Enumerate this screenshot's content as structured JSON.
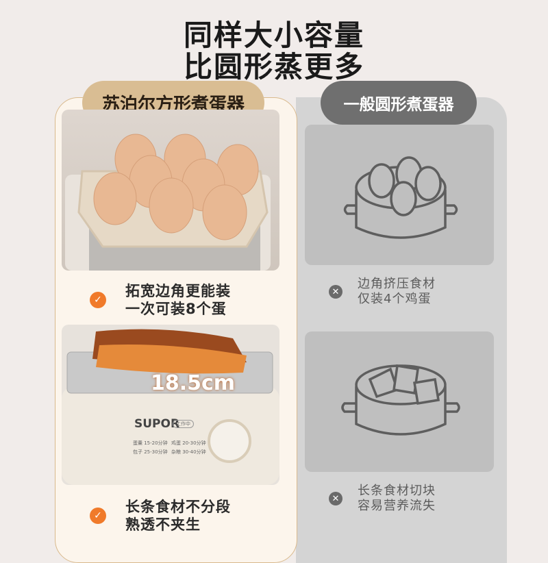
{
  "headline": {
    "line1": "同样大小容量",
    "line2": "比圆形蒸更多"
  },
  "left": {
    "label": "苏泊尔方形煮蛋器",
    "features": [
      {
        "icon": "check-icon",
        "lines": [
          "拓宽边角更能装",
          "一次可装8个蛋"
        ]
      },
      {
        "icon": "check-icon",
        "lines": [
          "长条食材不分段",
          "熟透不夹生"
        ]
      }
    ],
    "measurement": "18.5cm",
    "brand": "SUPOR",
    "indicator": "工作中",
    "panel_times": [
      "蛋羹 15-20分钟",
      "鸡蛋 20-30分钟",
      "包子 25-30分钟",
      "杂粮 30-40分钟"
    ]
  },
  "right": {
    "label": "一般圆形煮蛋器",
    "features": [
      {
        "icon": "x-icon",
        "lines": [
          "边角挤压食材",
          "仅装4个鸡蛋"
        ]
      },
      {
        "icon": "x-icon",
        "lines": [
          "长条食材切块",
          "容易营养流失"
        ]
      }
    ]
  },
  "colors": {
    "accent": "#f07a2a",
    "tan": "#d9bd93",
    "gray": "#6f6f6f"
  }
}
